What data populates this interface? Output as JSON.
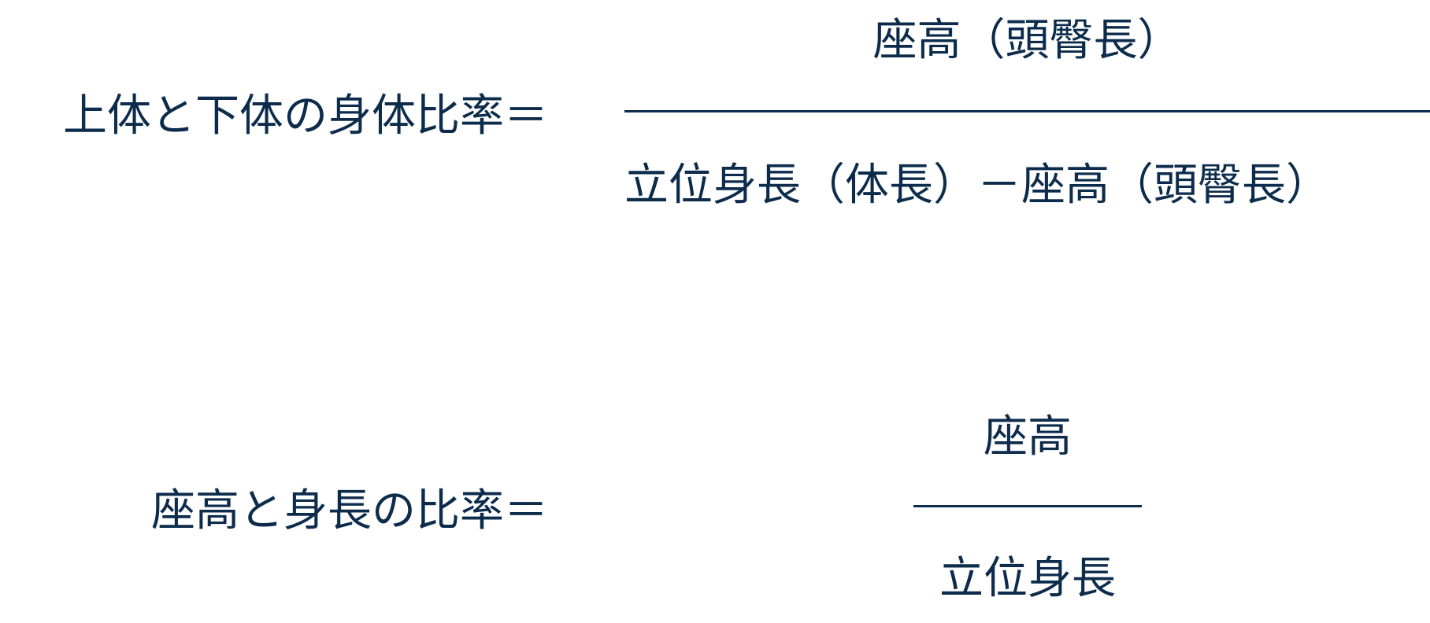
{
  "formulas": [
    {
      "label": "上体と下体の身体比率＝",
      "numerator": "座高（頭臀長）",
      "denominator": "立位身長（体長）－座高（頭臀長）"
    },
    {
      "label": "座高と身長の比率＝",
      "numerator": "座高",
      "denominator": "立位身長"
    }
  ],
  "colors": {
    "text": "#0d2c4c",
    "background": "#ffffff"
  }
}
